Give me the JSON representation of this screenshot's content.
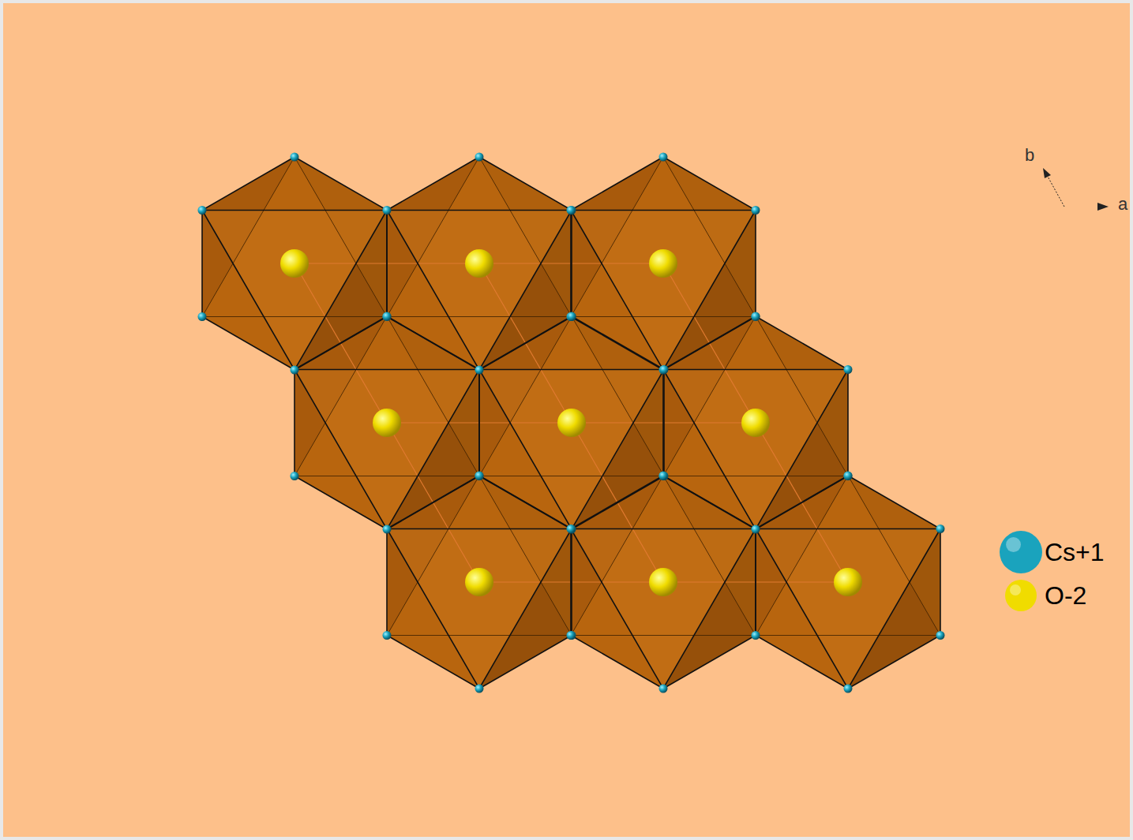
{
  "diagram": {
    "labels": [
      "b",
      "a"
    ],
    "legend": [
      {
        "text": "Cs+1",
        "color": "#1aa3bd"
      },
      {
        "text": "O-2",
        "color": "#f0dc00"
      }
    ]
  }
}
